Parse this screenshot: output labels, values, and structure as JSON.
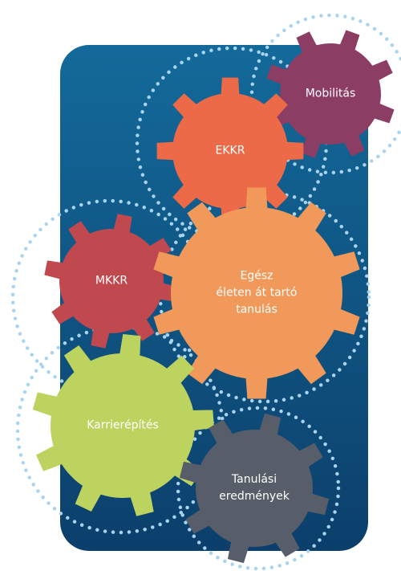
{
  "diagram": {
    "colors": {
      "panel_top": "#136a9a",
      "panel_bottom": "#0c3f6b",
      "dots": "#a9d3ee"
    },
    "gears": [
      {
        "id": "mobilitas",
        "lines": [
          "Mobilitás"
        ],
        "color": "#8b3d63"
      },
      {
        "id": "ekkr",
        "lines": [
          "EKKR"
        ],
        "color": "#ec6a48"
      },
      {
        "id": "mkkr",
        "lines": [
          "MKKR"
        ],
        "color": "#c0484f"
      },
      {
        "id": "egesz-eleten-at-tarto-tanulas",
        "lines": [
          "Egész",
          "életen át tartó",
          "tanulás"
        ],
        "color": "#f0995a"
      },
      {
        "id": "karrierepites",
        "lines": [
          "Karrierépítés"
        ],
        "color": "#bcd35f"
      },
      {
        "id": "tanulasi-eredmenyek",
        "lines": [
          "Tanulási",
          "eredmények"
        ],
        "color": "#575e6a"
      }
    ]
  }
}
